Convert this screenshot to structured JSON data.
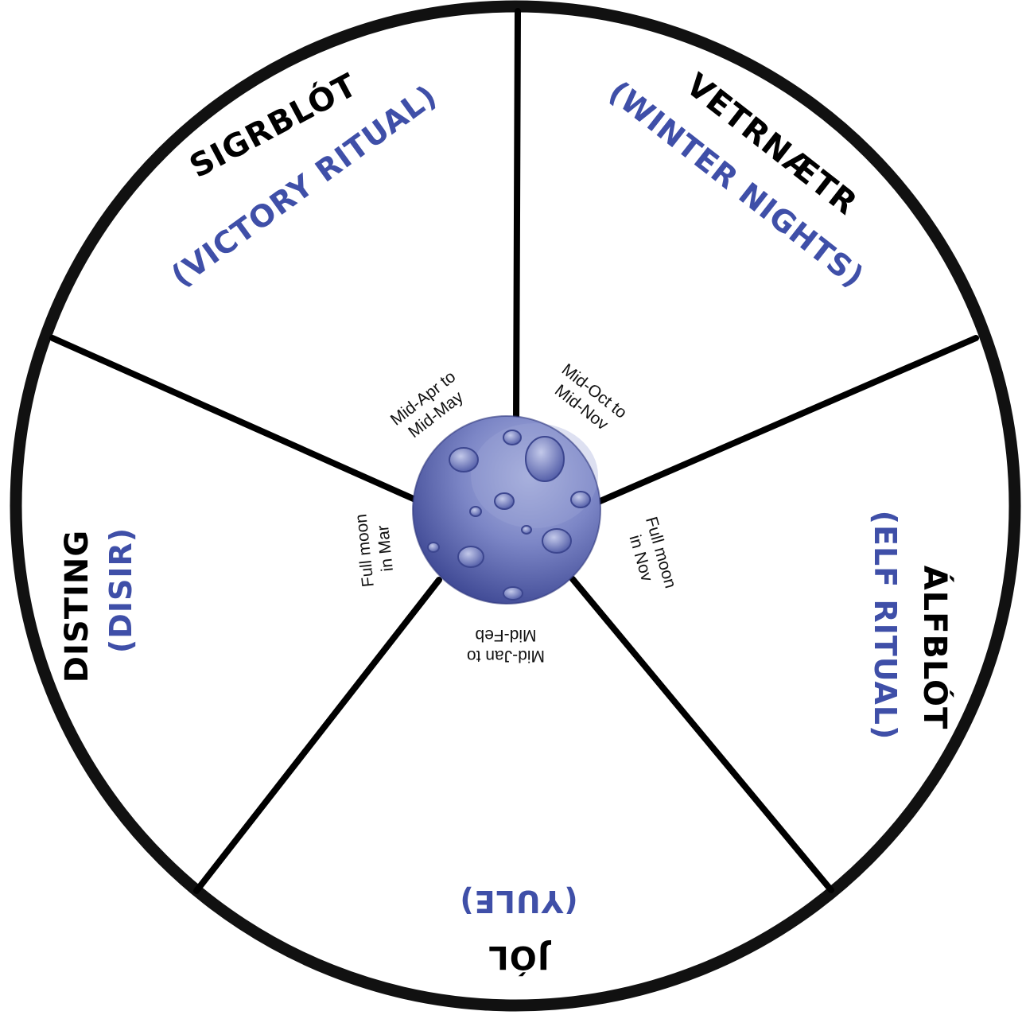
{
  "colors": {
    "ring": "#111111",
    "name_text": "#000000",
    "translation_text": "#3F4FA8",
    "moon_light": "#A2ABDA",
    "moon_mid": "#6F79BE",
    "moon_dark": "#3A4592"
  },
  "festivals": [
    {
      "name": "SIGRBLÓT",
      "translation": "(VICTORY RITUAL)",
      "dates": [
        "Mid-Apr to",
        "Mid-May"
      ]
    },
    {
      "name": "VETRNÆTR",
      "translation": "(WINTER NIGHTS)",
      "dates": [
        "Mid-Oct to",
        "Mid-Nov"
      ]
    },
    {
      "name": "ÁLFBLÓT",
      "translation": "(ELF RITUAL)",
      "dates": [
        "Full moon",
        "in Nov"
      ]
    },
    {
      "name": "JÓL",
      "translation": "(YULE)",
      "dates": [
        "Mid-Jan to",
        "Mid-Feb"
      ]
    },
    {
      "name": "DISTING",
      "translation": "(DISIR)",
      "dates": [
        "Full moon",
        "in Mar"
      ]
    }
  ],
  "center_icon": "moon-icon"
}
